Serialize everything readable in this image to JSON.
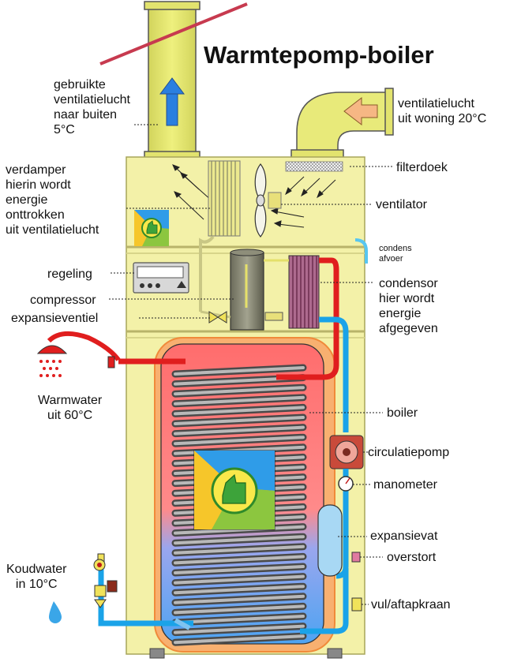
{
  "title": "Warmtepomp-boiler",
  "labels": {
    "exhaust_air": "gebruikte\nventilatielucht\nnaar buiten\n5°C",
    "intake_air": "ventilatielucht\nuit woning 20°C",
    "evaporator": "verdamper\nhierin wordt\nenergie\nonttrokken\nuit ventilatielucht",
    "filter": "filterdoek",
    "fan": "ventilator",
    "condensate": "condens\nafvoer",
    "control": "regeling",
    "compressor": "compressor",
    "expansion_valve": "expansieventiel",
    "condenser": "condensor\nhier wordt\nenergie\nafgegeven",
    "hot_water": "Warmwater\nuit 60°C",
    "boiler": "boiler",
    "circulation_pump": "circulatiepomp",
    "pressure_gauge": "manometer",
    "expansion_vessel": "expansievat",
    "overflow": "overstort",
    "cold_water": "Koudwater\nin 10°C",
    "fill_drain_tap": "vul/aftapkraan"
  },
  "colors": {
    "housing": "#f3f1a8",
    "housing_edge": "#d6d36a",
    "tank_hot": "#ff6f6f",
    "tank_cold": "#5aa4f0",
    "hot_pipe": "#e01e1e",
    "cold_pipe": "#1aa3e8",
    "duct": "#e8ea7a",
    "arrow_blue": "#2a7fe0"
  },
  "icons": {
    "logo": "thumbs-up-logo-icon",
    "shower": "shower-head-icon",
    "drop": "water-drop-icon"
  }
}
